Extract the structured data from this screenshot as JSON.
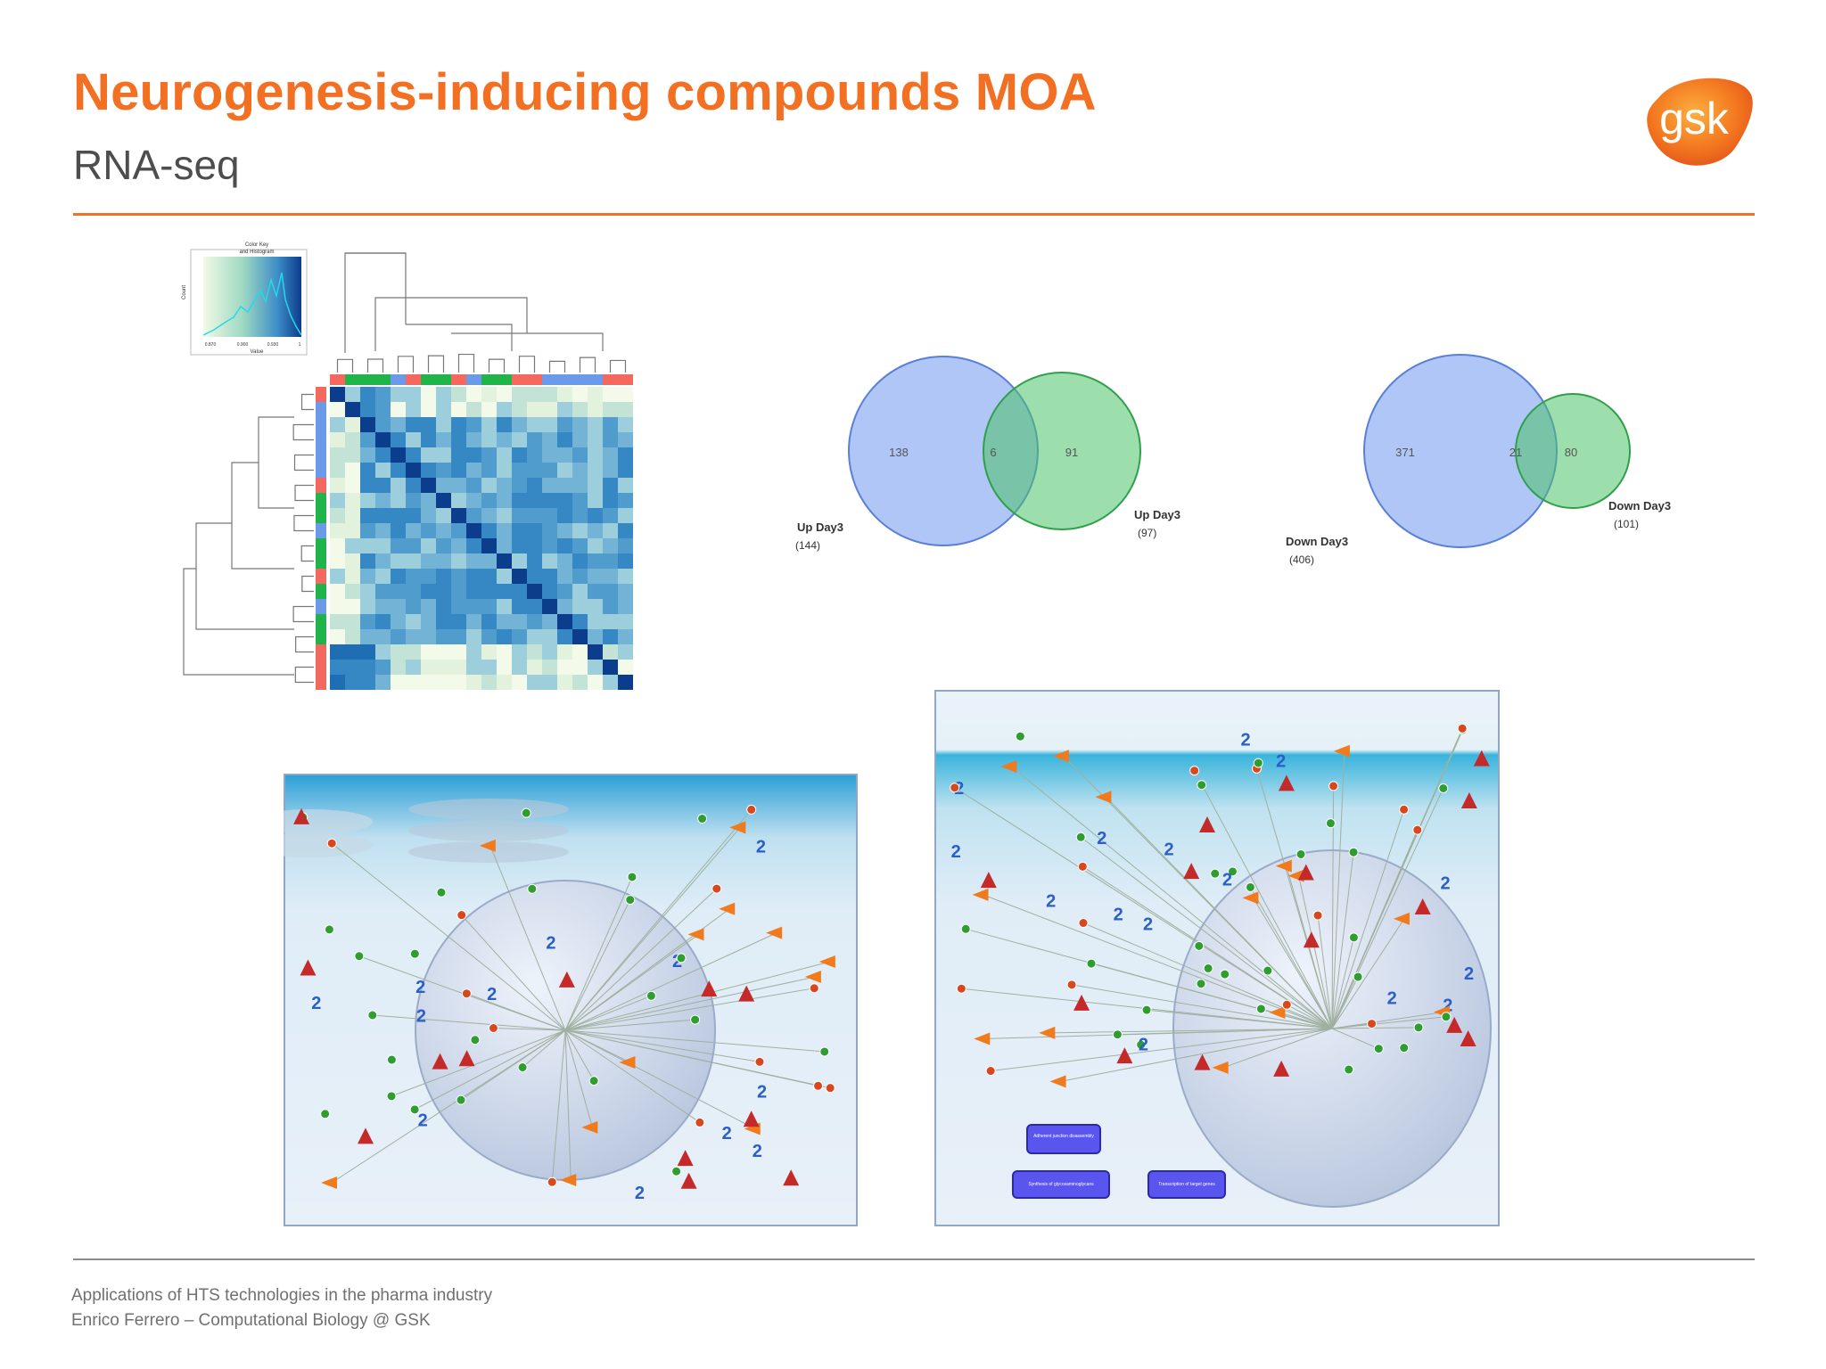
{
  "slide": {
    "title": "Neurogenesis-inducing compounds MOA",
    "subtitle": "RNA-seq",
    "footer_line1": "Applications  of HTS technologies in the pharma industry",
    "footer_line2": "Enrico Ferrero – Computational Biology @ GSK",
    "logo_text": "gsk",
    "accent_color": "#f36f21"
  },
  "heatmap": {
    "legend_title_line1": "Color Key",
    "legend_title_line2": "and Histogram",
    "legend_xlabel": "Value",
    "legend_ylabel": "Count",
    "legend_ticks": [
      "0.870",
      "0.900",
      "0.930",
      "1"
    ],
    "sample_group_colors": [
      "#f4695f",
      "#20b44a",
      "#6b9be8"
    ]
  },
  "venn_up": {
    "left_only": "138",
    "overlap": "6",
    "right_only": "91",
    "left_label": "Up Day3",
    "left_count": "(144)",
    "right_label": "Up Day3",
    "right_count": "(97)"
  },
  "venn_down": {
    "left_only": "371",
    "overlap": "21",
    "right_only": "80",
    "left_label": "Down Day3",
    "left_count": "(406)",
    "right_label": "Down Day3",
    "right_count": "(101)"
  },
  "pathway_right": {
    "box1": "Adherent junction disassembly",
    "box2": "Synthesis of glycosaminoglycans",
    "box3": "Transcription of target genes"
  },
  "colors": {
    "venn_blue": "#6d97f0",
    "venn_green": "#4cc36a",
    "node_green": "#2f9d2f",
    "node_red": "#d9481c",
    "receptor_red": "#c42a2a",
    "kinase_orange": "#f07a1c",
    "protein_blue": "#2a5ec8"
  }
}
